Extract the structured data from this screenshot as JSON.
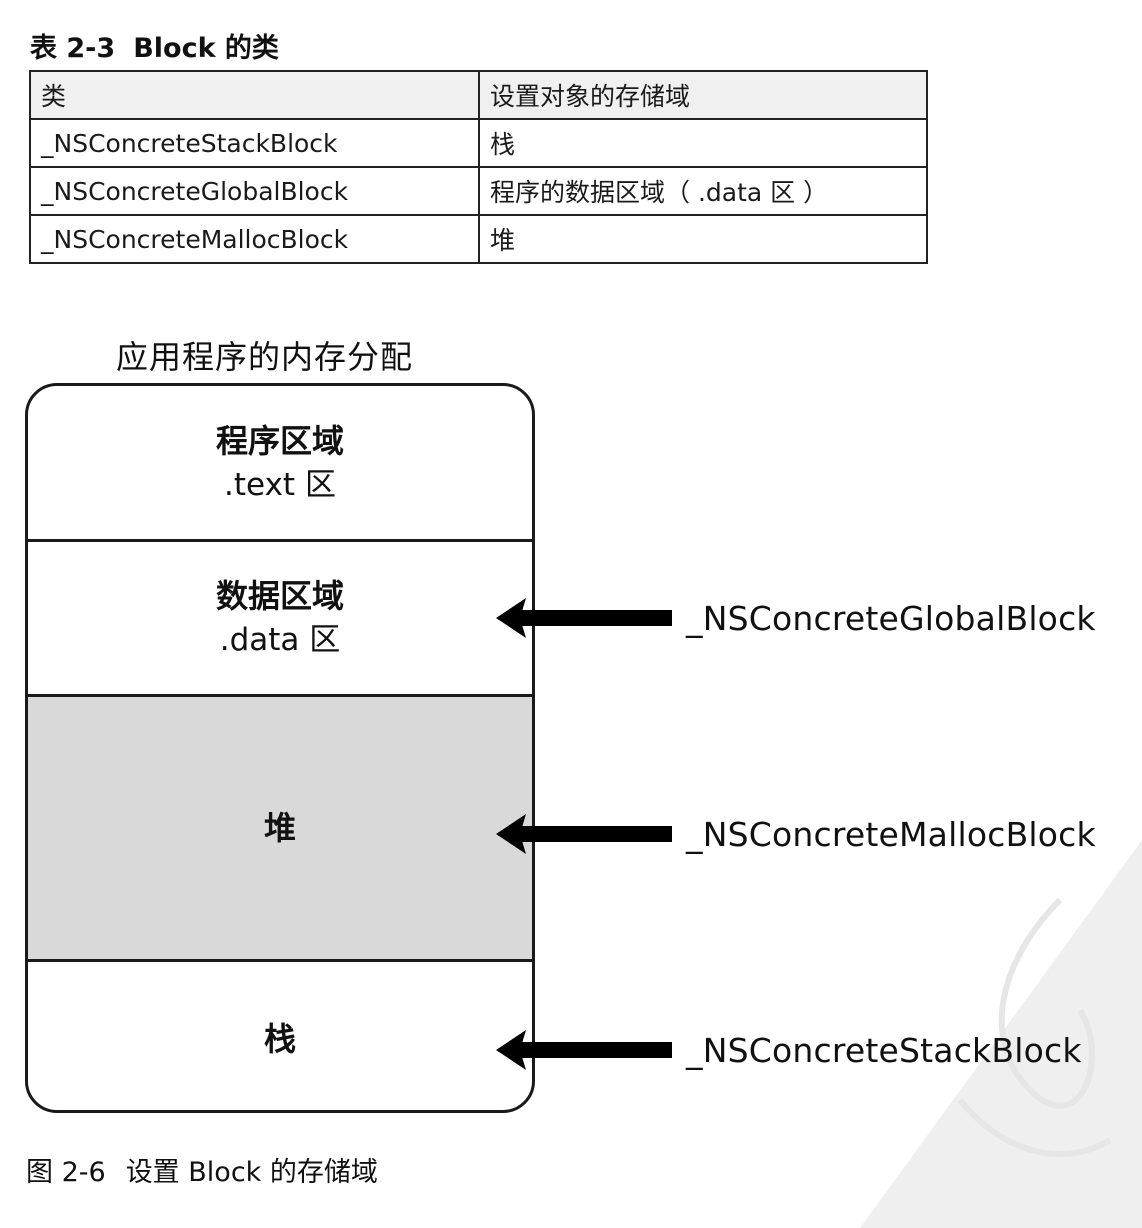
{
  "table": {
    "caption_number": "表 2-3",
    "caption_title": "Block 的类",
    "headers": [
      "类",
      "设置对象的存储域"
    ],
    "rows": [
      [
        "_NSConcreteStackBlock",
        "栈"
      ],
      [
        "_NSConcreteGlobalBlock",
        "程序的数据区域（ .data 区 ）"
      ],
      [
        "_NSConcreteMallocBlock",
        "堆"
      ]
    ]
  },
  "diagram": {
    "title": "应用程序的内存分配",
    "segments": {
      "text": {
        "line1": "程序区域",
        "line2": ".text 区"
      },
      "data": {
        "line1": "数据区域",
        "line2": ".data 区"
      },
      "heap": {
        "line1": "堆"
      },
      "stack": {
        "line1": "栈"
      }
    },
    "pointers": {
      "global": "_NSConcreteGlobalBlock",
      "malloc": "_NSConcreteMallocBlock",
      "stack": "_NSConcreteStackBlock"
    },
    "heap_fill_color": "#d9d9d9"
  },
  "figure": {
    "caption_number": "图 2-6",
    "caption_title": "设置 Block 的存储域"
  }
}
